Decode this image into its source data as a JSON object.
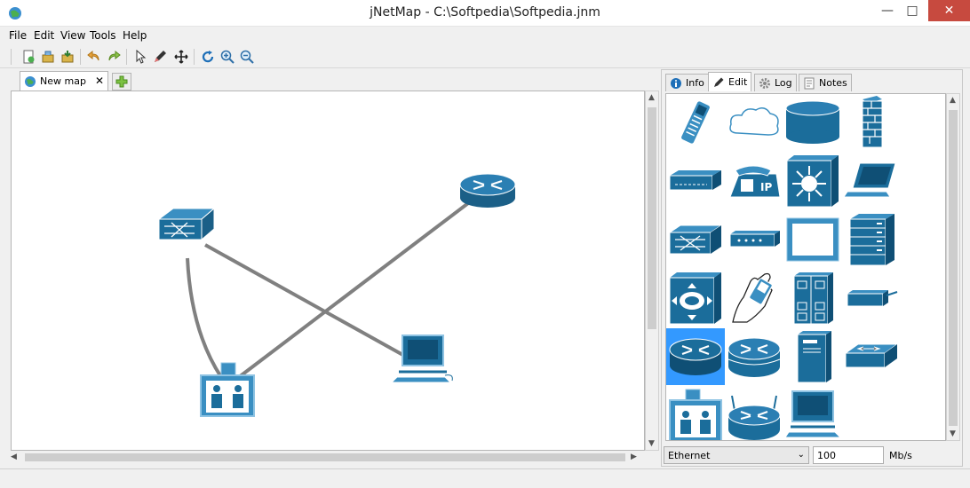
{
  "window": {
    "title": "jNetMap - C:\\Softpedia\\Softpedia.jnm"
  },
  "menu": [
    "File",
    "Edit",
    "View",
    "Tools",
    "Help"
  ],
  "toolbar": {
    "icons": [
      "new-map-icon",
      "open-icon",
      "save-icon",
      "undo-icon",
      "redo-icon",
      "select-icon",
      "edit-pencil-icon",
      "move-icon",
      "refresh-icon",
      "zoom-in-icon",
      "zoom-out-icon"
    ]
  },
  "map_tabs": [
    {
      "label": "New map",
      "close": "✕"
    }
  ],
  "map_nodes": [
    "switch",
    "router",
    "workstation",
    "users-group"
  ],
  "right_tabs": [
    {
      "label": "Info",
      "icon": "info-icon"
    },
    {
      "label": "Edit",
      "icon": "edit-icon",
      "active": true
    },
    {
      "label": "Log",
      "icon": "gear-icon"
    },
    {
      "label": "Notes",
      "icon": "notes-icon"
    }
  ],
  "palette": [
    "mobile-phone",
    "cloud",
    "database",
    "firewall",
    "hub",
    "ip-phone",
    "layer3-switch",
    "laptop",
    "switch",
    "modem",
    "monitor",
    "server-rack",
    "atm-switch",
    "pda-hand",
    "file-server",
    "access-point",
    "router",
    "router-alt",
    "tower-server",
    "workgroup-switch",
    "users-group",
    "wireless-router",
    "workstation"
  ],
  "palette_selected": "router",
  "connection": {
    "type": "Ethernet",
    "speed": "100",
    "unit": "Mb/s"
  },
  "colors": {
    "device": "#1b6d9b",
    "device_light": "#3a8fc2",
    "link": "#808080",
    "selected": "#3399ff"
  }
}
